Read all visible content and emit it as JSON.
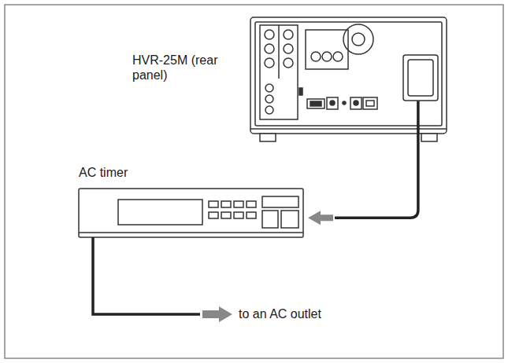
{
  "diagram": {
    "nodes": [
      {
        "text": [
          "HVR-25M (rear panel)"
        ]
      },
      {
        "text": [
          "AC timer"
        ]
      }
    ],
    "edges": [
      {
        "from": 0,
        "to": 1,
        "arrow": "to"
      }
    ],
    "labels": [
      "to an AC outlet"
    ]
  }
}
